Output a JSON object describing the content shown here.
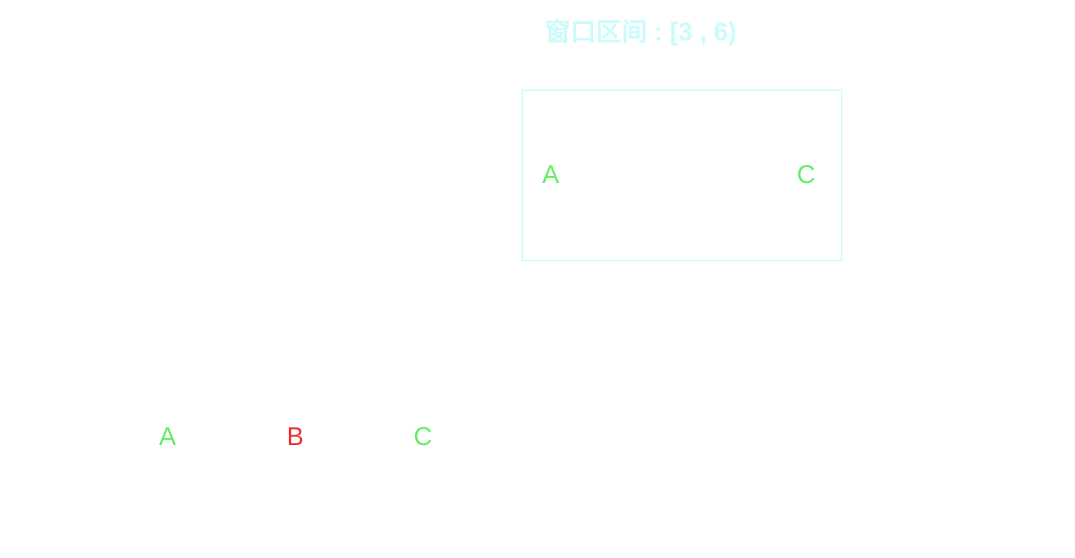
{
  "colors": {
    "window": "#ccfbfb",
    "highlight": "#66ee66",
    "current": "#ee3333"
  },
  "window": {
    "title": "窗口区间 : [3 , 6)",
    "letters": [
      {
        "label": "A",
        "state": "highlight"
      },
      {
        "label": "C",
        "state": "highlight"
      }
    ]
  },
  "sequence": {
    "letters": [
      {
        "label": "A",
        "state": "highlight"
      },
      {
        "label": "B",
        "state": "current"
      },
      {
        "label": "C",
        "state": "highlight"
      }
    ]
  }
}
